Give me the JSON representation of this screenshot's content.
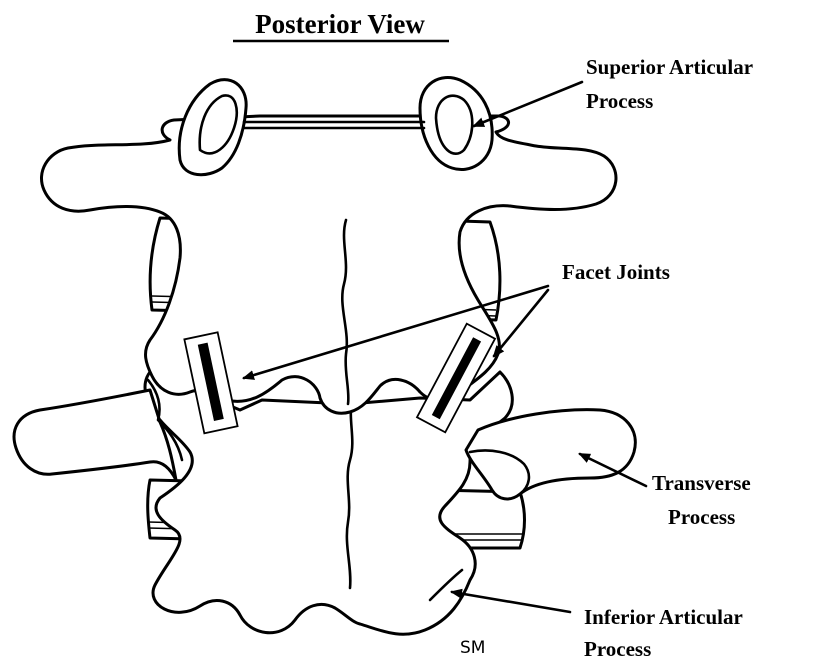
{
  "title": "Posterior View",
  "labels": {
    "superior": [
      "Superior Articular",
      "Process"
    ],
    "facet": [
      "Facet Joints"
    ],
    "transverse": [
      "Transverse",
      "Process"
    ],
    "inferior": [
      "Inferior Articular",
      "Process"
    ]
  },
  "signature": "SM"
}
